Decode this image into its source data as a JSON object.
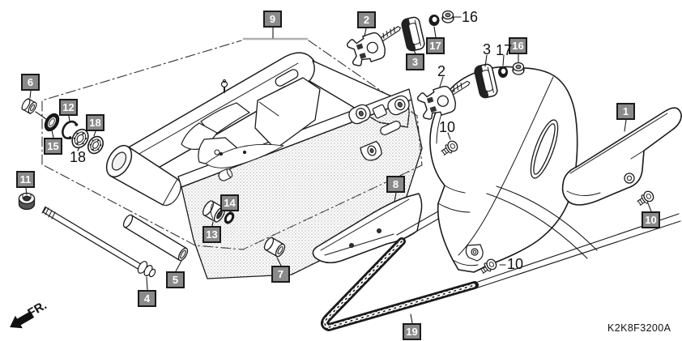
{
  "diagram": {
    "code": "K2K8F3200A",
    "front_label": "FR.",
    "colors": {
      "background": "#ffffff",
      "line": "#1a1a1a",
      "label_box_fill": "#8a8a8a",
      "label_box_text": "#ffffff",
      "boundary_gray": "#b0b0b0"
    }
  },
  "callouts": {
    "boxed": [
      {
        "n": "9"
      },
      {
        "n": "2"
      },
      {
        "n": "3"
      },
      {
        "n": "17"
      },
      {
        "n": "16"
      },
      {
        "n": "1"
      },
      {
        "n": "6"
      },
      {
        "n": "12"
      },
      {
        "n": "15"
      },
      {
        "n": "18"
      },
      {
        "n": "11"
      },
      {
        "n": "13"
      },
      {
        "n": "14"
      },
      {
        "n": "7"
      },
      {
        "n": "5"
      },
      {
        "n": "4"
      },
      {
        "n": "8"
      },
      {
        "n": "10"
      },
      {
        "n": "19"
      }
    ],
    "plain": [
      {
        "n": "16"
      },
      {
        "n": "2"
      },
      {
        "n": "3"
      },
      {
        "n": "17"
      },
      {
        "n": "10"
      },
      {
        "n": "10"
      },
      {
        "n": "18"
      }
    ]
  }
}
